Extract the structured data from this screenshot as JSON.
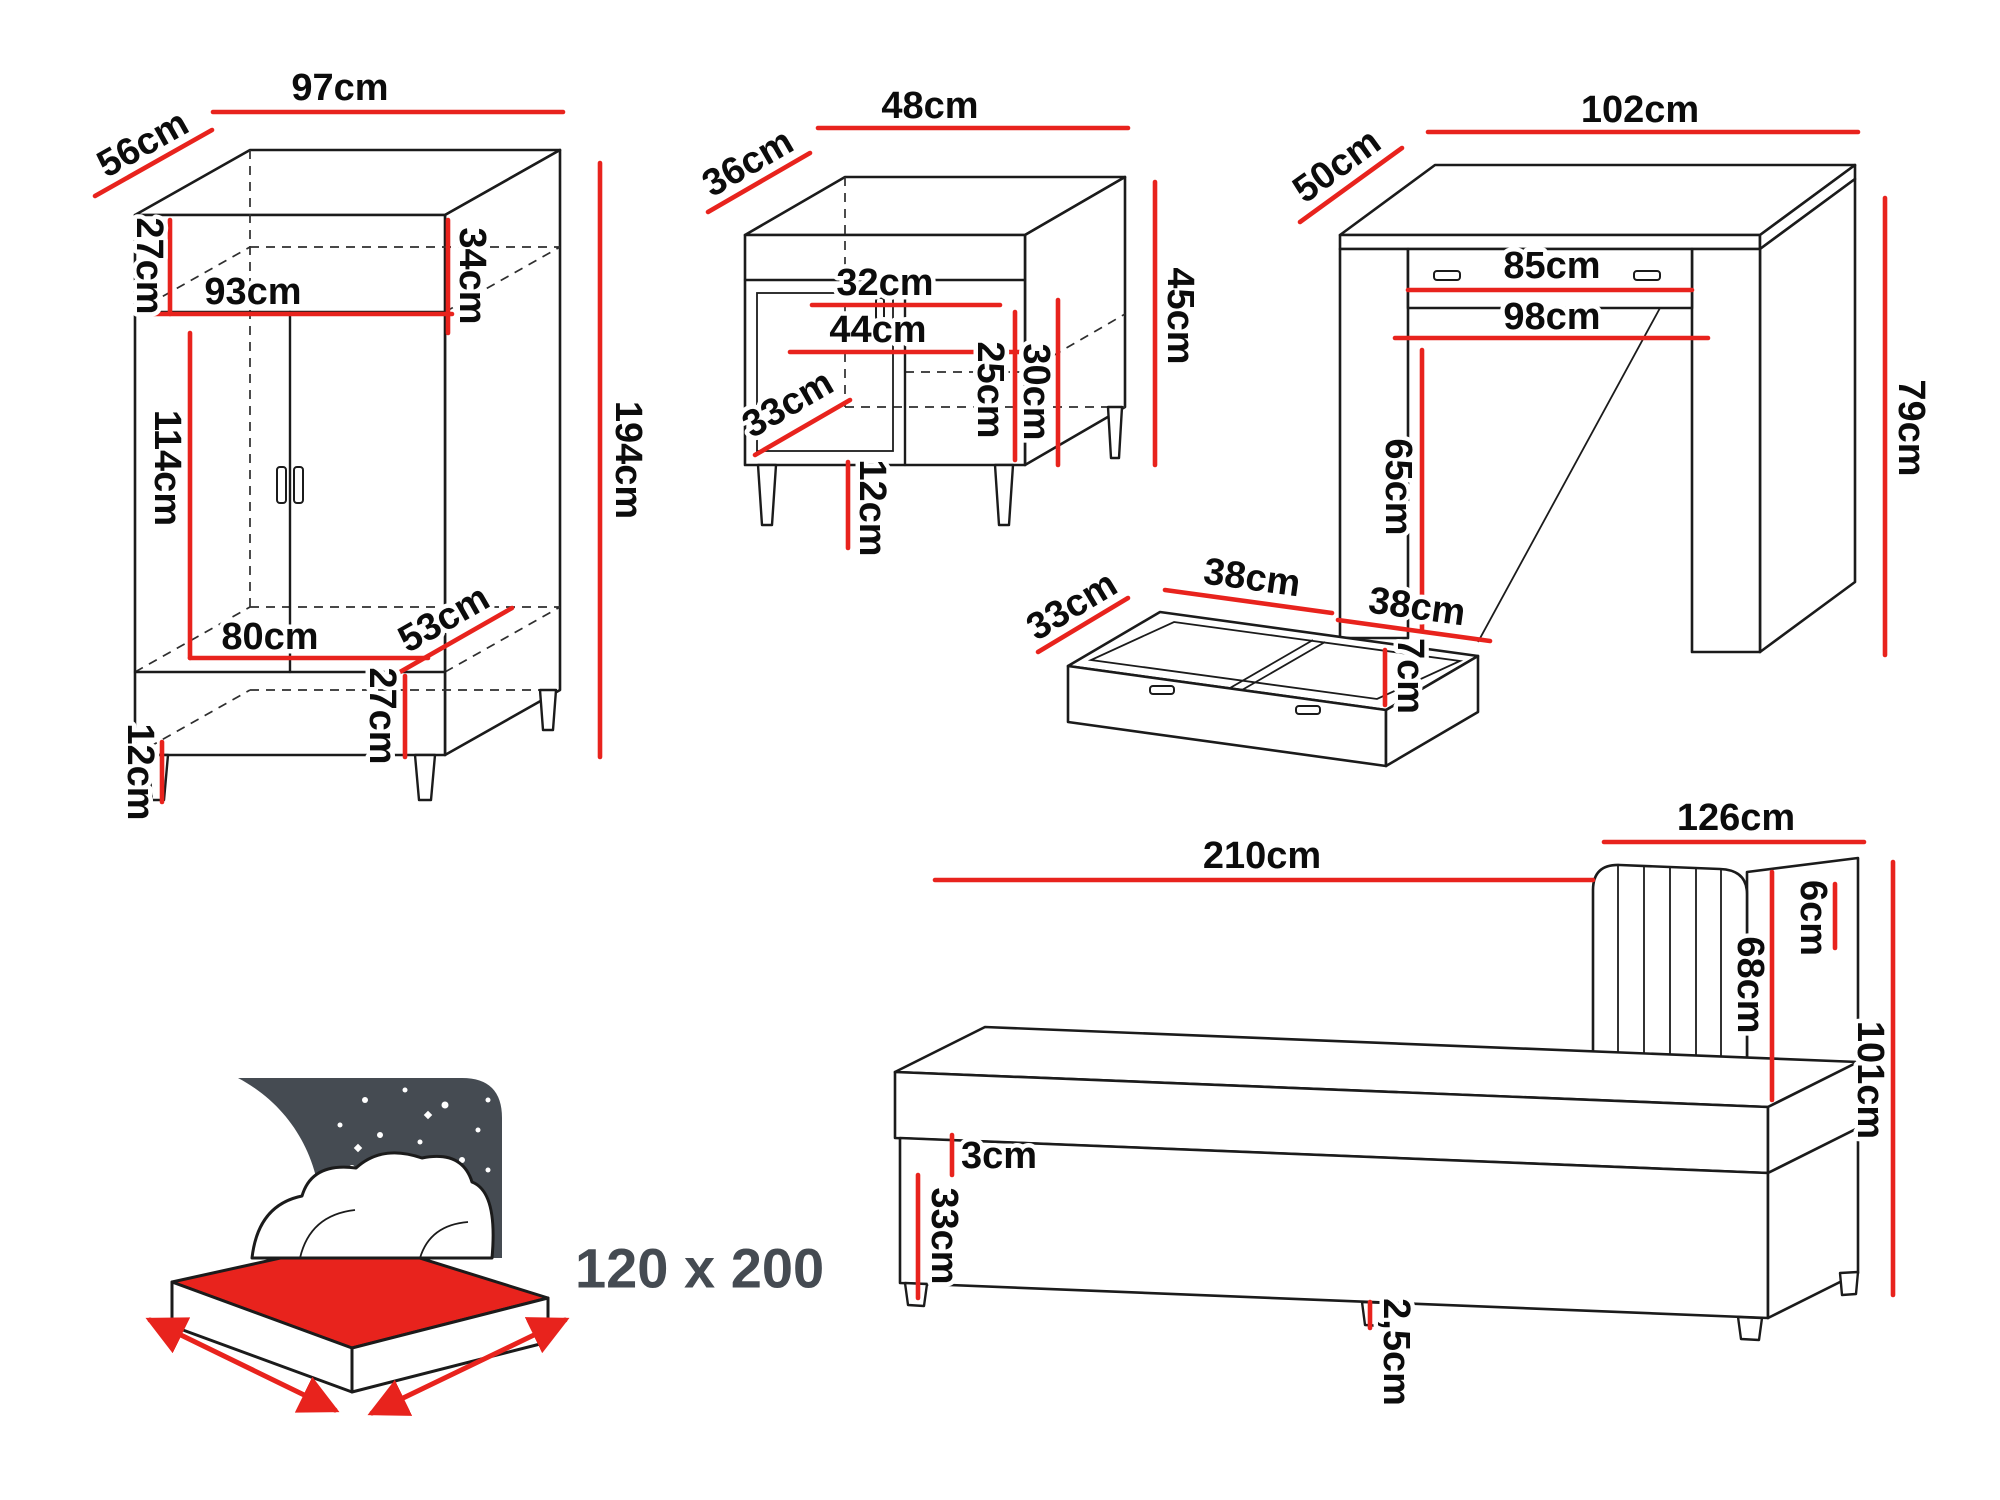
{
  "colors": {
    "red": "#e8231d",
    "ink": "#1b1b1b",
    "icon_dark": "#454b52"
  },
  "wardrobe": {
    "dims": {
      "depth": "56cm",
      "width": "97cm",
      "top_left_height": "27cm",
      "top_right_height": "34cm",
      "inner_width": "93cm",
      "hanging_height": "114cm",
      "height": "194cm",
      "bottom_inner_width": "80cm",
      "bottom_depth": "53cm",
      "bottom_section_height": "27cm",
      "leg_height": "12cm"
    }
  },
  "nightstand": {
    "dims": {
      "depth": "36cm",
      "width": "48cm",
      "upper_inner_width": "32cm",
      "inner_width": "44cm",
      "height": "45cm",
      "inner_height_front": "25cm",
      "inner_height_back": "30cm",
      "inner_depth": "33cm",
      "leg_height": "12cm"
    }
  },
  "desk": {
    "dims": {
      "depth": "50cm",
      "width": "102cm",
      "drawer_width": "85cm",
      "inner_width": "98cm",
      "height": "79cm",
      "clearance_height": "65cm"
    }
  },
  "drawer": {
    "dims": {
      "depth": "33cm",
      "left_section_width": "38cm",
      "right_section_width": "38cm",
      "height": "7cm"
    }
  },
  "bed": {
    "dims": {
      "length": "210cm",
      "headboard_width": "126cm",
      "headboard_height": "68cm",
      "headboard_top": "6cm",
      "total_height": "101cm",
      "mattress_lip": "3cm",
      "base_height": "33cm",
      "glide_height": "2,5cm"
    },
    "size_label": "120 x 200"
  }
}
